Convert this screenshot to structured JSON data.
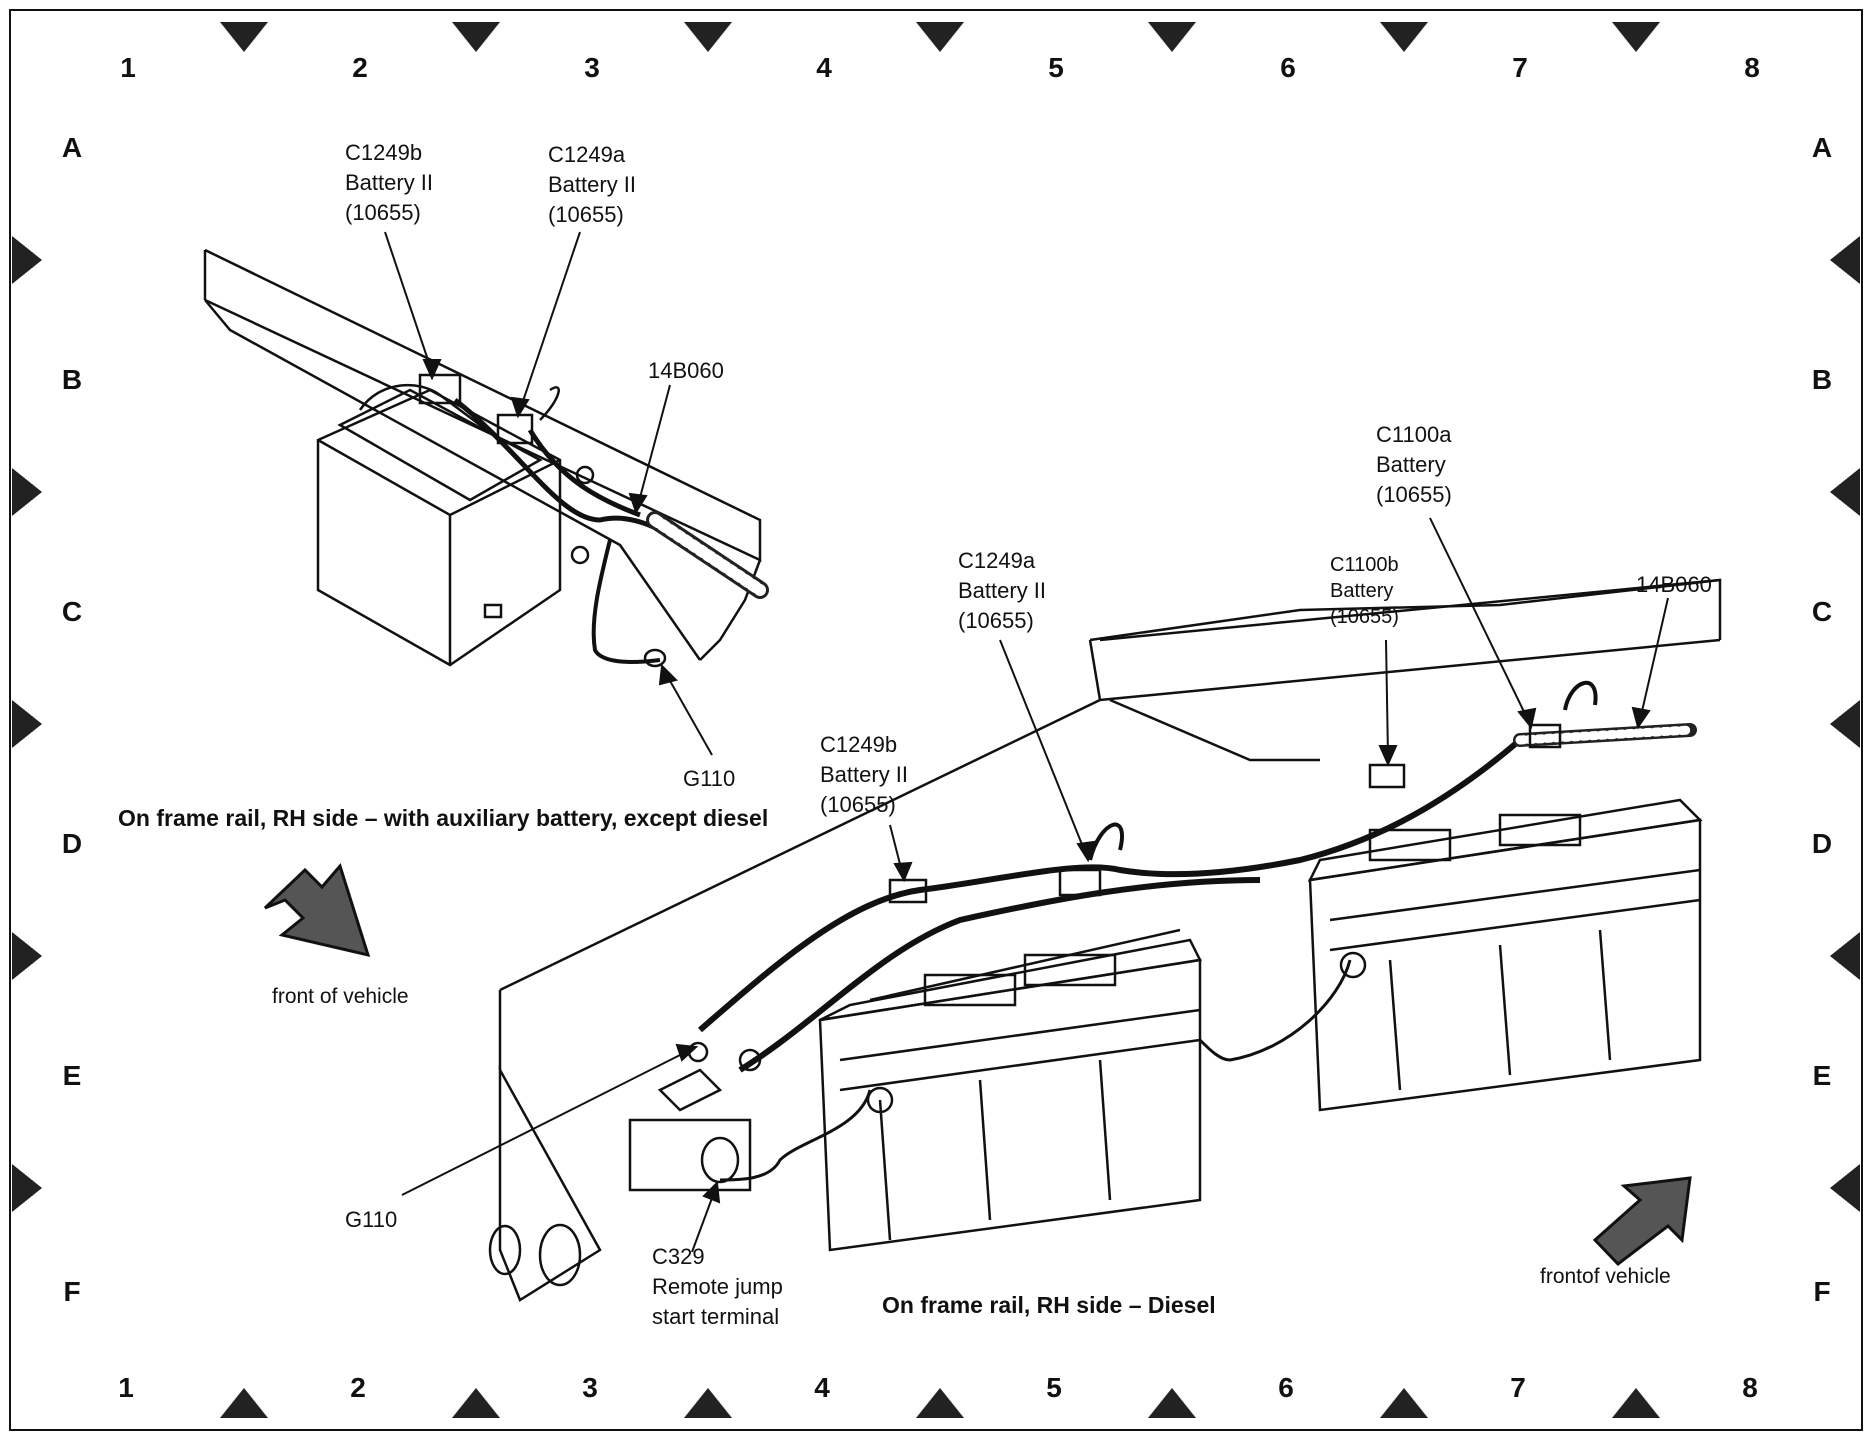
{
  "grid": {
    "columns": [
      "1",
      "2",
      "3",
      "4",
      "5",
      "6",
      "7",
      "8"
    ],
    "rows": [
      "A",
      "B",
      "C",
      "D",
      "E",
      "F"
    ]
  },
  "view_top": {
    "caption": "On frame rail, RH side – with auxiliary battery, except diesel",
    "direction_note": "front of vehicle",
    "callouts": {
      "c1249b": [
        "C1249b",
        "Battery II",
        "(10655)"
      ],
      "c1249a": [
        "C1249a",
        "Battery II",
        "(10655)"
      ],
      "harness": [
        "14B060"
      ],
      "ground": [
        "G110"
      ]
    }
  },
  "view_bottom": {
    "caption": "On frame rail, RH side – Diesel",
    "direction_note": "frontof vehicle",
    "callouts": {
      "c1249a": [
        "C1249a",
        "Battery II",
        "(10655)"
      ],
      "c1249b": [
        "C1249b",
        "Battery II",
        "(10655)"
      ],
      "c1100a": [
        "C1100a",
        "Battery",
        "(10655)"
      ],
      "c1100b": [
        "C1100b",
        "Battery",
        "(10655)"
      ],
      "harness": [
        "14B060"
      ],
      "ground": [
        "G110"
      ],
      "c329": [
        "C329",
        "Remote jump",
        "start terminal"
      ]
    }
  },
  "colors": {
    "ink": "#111111",
    "paper": "#ffffff",
    "arrow_fill": "#555555"
  }
}
